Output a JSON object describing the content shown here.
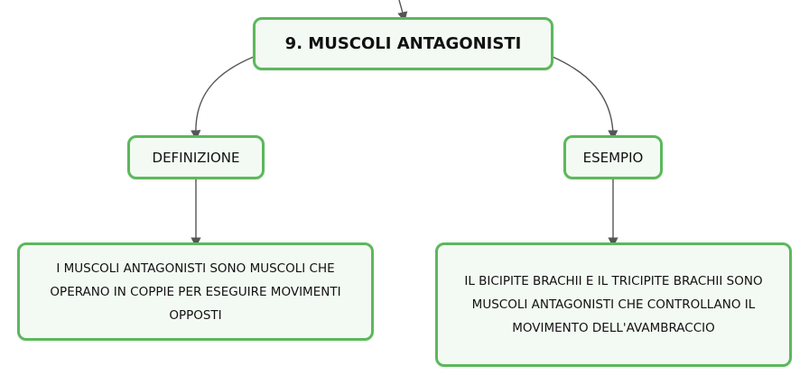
{
  "diagram": {
    "root": {
      "label": "9. MUSCOLI ANTAGONISTI"
    },
    "branches": [
      {
        "label": "DEFINIZIONE",
        "detail": "I MUSCOLI ANTAGONISTI SONO MUSCOLI CHE OPERANO IN COPPIE PER ESEGUIRE MOVIMENTI OPPOSTI"
      },
      {
        "label": "ESEMPIO",
        "detail": "IL BICIPITE BRACHII E IL TRICIPITE BRACHII SONO MUSCOLI ANTAGONISTI CHE CONTROLLANO IL MOVIMENTO DELL'AVAMBRACCIO"
      }
    ],
    "colors": {
      "node_border": "#5cb85c",
      "node_fill": "#f3faf3",
      "connector": "#555555"
    }
  }
}
